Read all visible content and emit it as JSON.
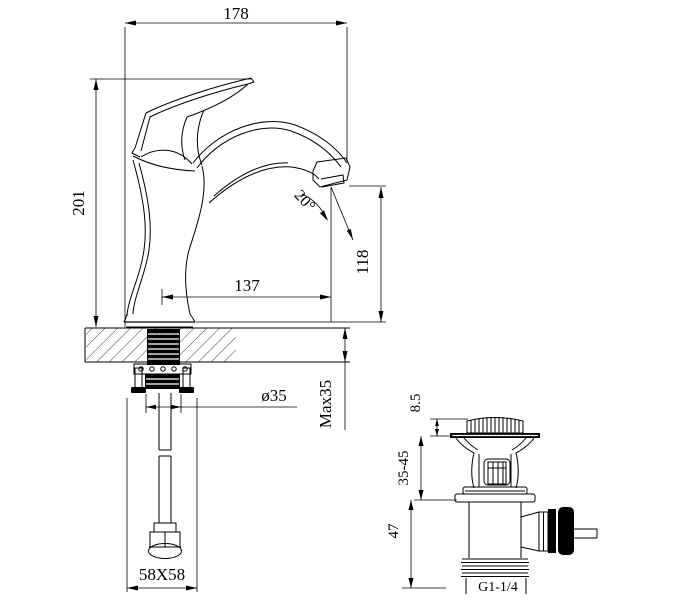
{
  "drawing": {
    "kind": "basin faucet installation dimension drawing",
    "colors": {
      "line": "#000000",
      "background": "#ffffff"
    },
    "dimensions": {
      "overall_width": "178",
      "overall_height": "201",
      "spout_reach": "137",
      "spout_outlet_height": "118",
      "spout_angle": "20°",
      "shank_diameter": "ø35",
      "max_mounting_thickness": "Max35",
      "base_footprint": "58X58",
      "drain_cap_height": "8.5",
      "drain_clamp_range": "35-45",
      "drain_lower_height": "47",
      "drain_thread_size": "G1-1/4"
    }
  }
}
